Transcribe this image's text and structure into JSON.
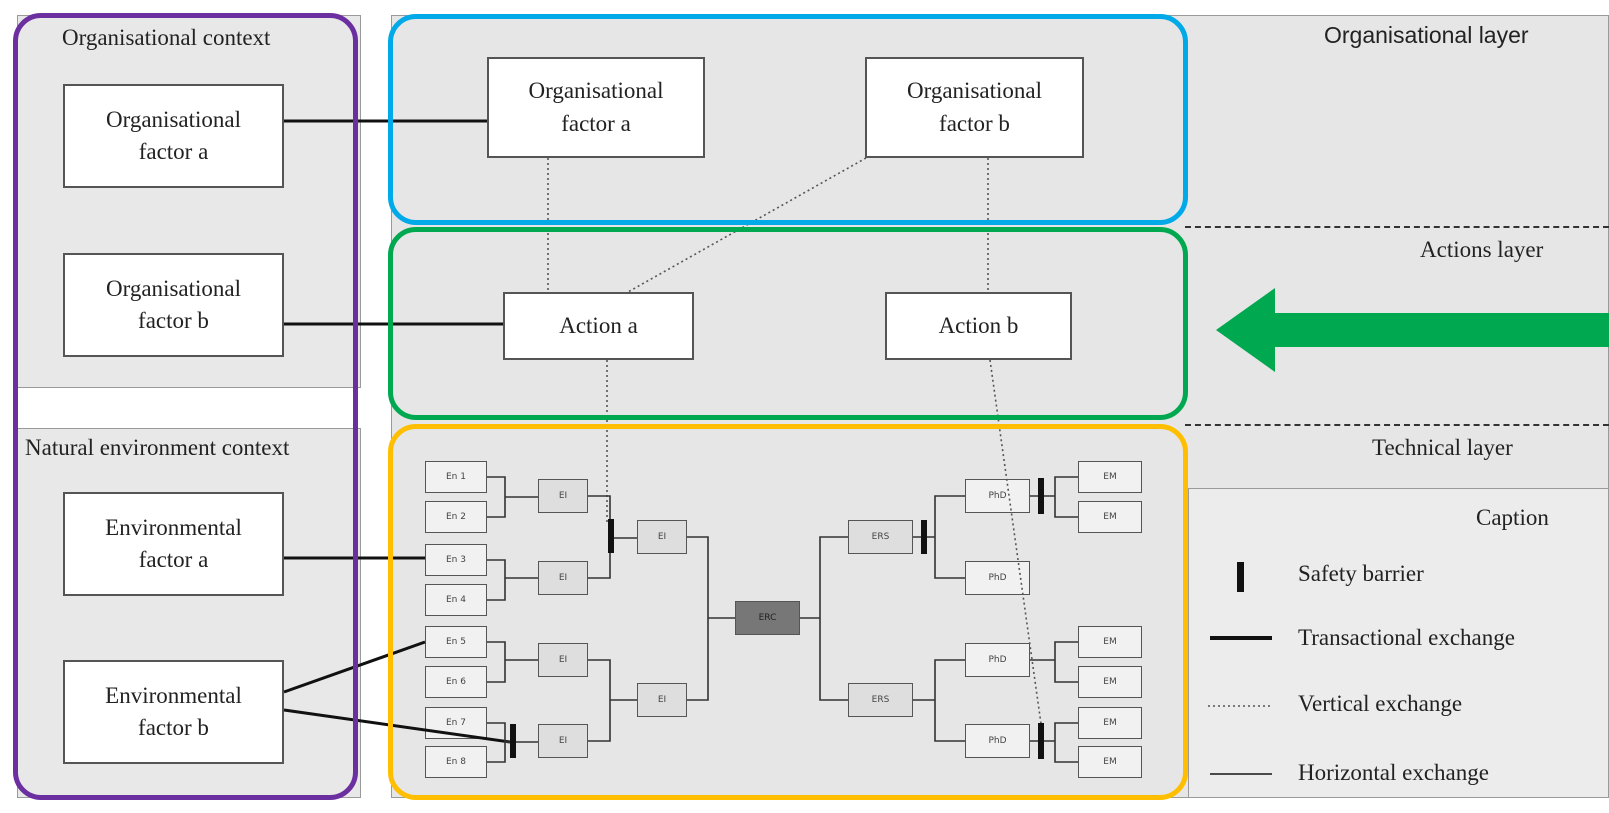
{
  "contexts": {
    "organisational_title": "Organisational context",
    "natural_title": "Natural environment context",
    "org_factor_a": "Organisational\nfactor a",
    "org_factor_b": "Organisational\nfactor b",
    "env_factor_a": "Environmental\nfactor a",
    "env_factor_b": "Environmental\nfactor b"
  },
  "layers": {
    "organisational": "Organisational layer",
    "actions": "Actions layer",
    "technical": "Technical layer"
  },
  "org_layer": {
    "factor_a": "Organisational\nfactor a",
    "factor_b": "Organisational\nfactor b"
  },
  "actions_layer": {
    "action_a": "Action a",
    "action_b": "Action b"
  },
  "technical_layer": {
    "en_labels": [
      "En 1",
      "En 2",
      "En 3",
      "En 4",
      "En 5",
      "En 6",
      "En 7",
      "En 8"
    ],
    "ei_label": "EI",
    "erc_label": "ERC",
    "ers_label": "ERS",
    "phd_label": "PhD",
    "em_label": "EM"
  },
  "caption": {
    "title": "Caption",
    "items": [
      "Safety barrier",
      "Transactional exchange",
      "Vertical exchange",
      "Horizontal exchange"
    ]
  },
  "colors": {
    "purple_outline": "#6b2fa0",
    "blue_outline": "#00a9e8",
    "green_outline": "#00a850",
    "orange_outline": "#ffbf00",
    "arrow": "#00a850"
  }
}
